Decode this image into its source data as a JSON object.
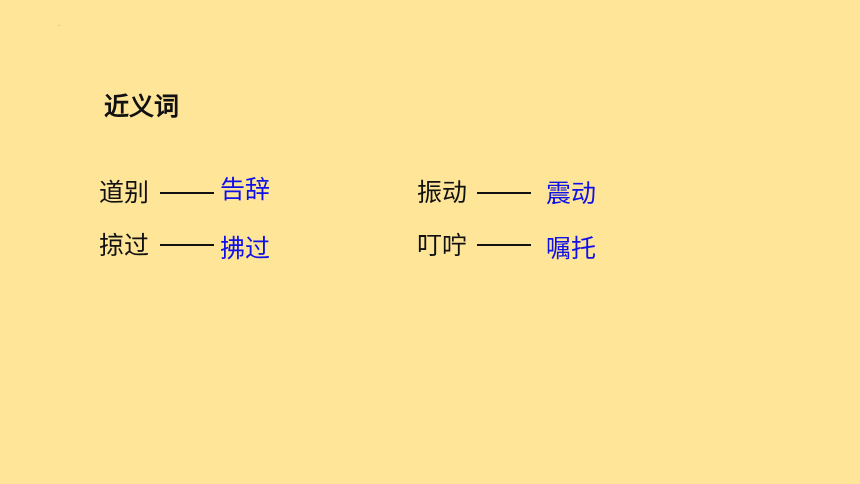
{
  "slide": {
    "marker": ".",
    "title": "近义词",
    "pairs": [
      {
        "word": "道别",
        "dash": "——",
        "answer": "告辞"
      },
      {
        "word": "掠过",
        "dash": "——",
        "answer": "拂过"
      },
      {
        "word": "振动",
        "dash": "——",
        "answer": "震动"
      },
      {
        "word": "叮咛",
        "dash": "——",
        "answer": "嘱托"
      }
    ]
  },
  "colors": {
    "background": "#fee598",
    "text": "#111111",
    "answer": "#1010e8"
  }
}
